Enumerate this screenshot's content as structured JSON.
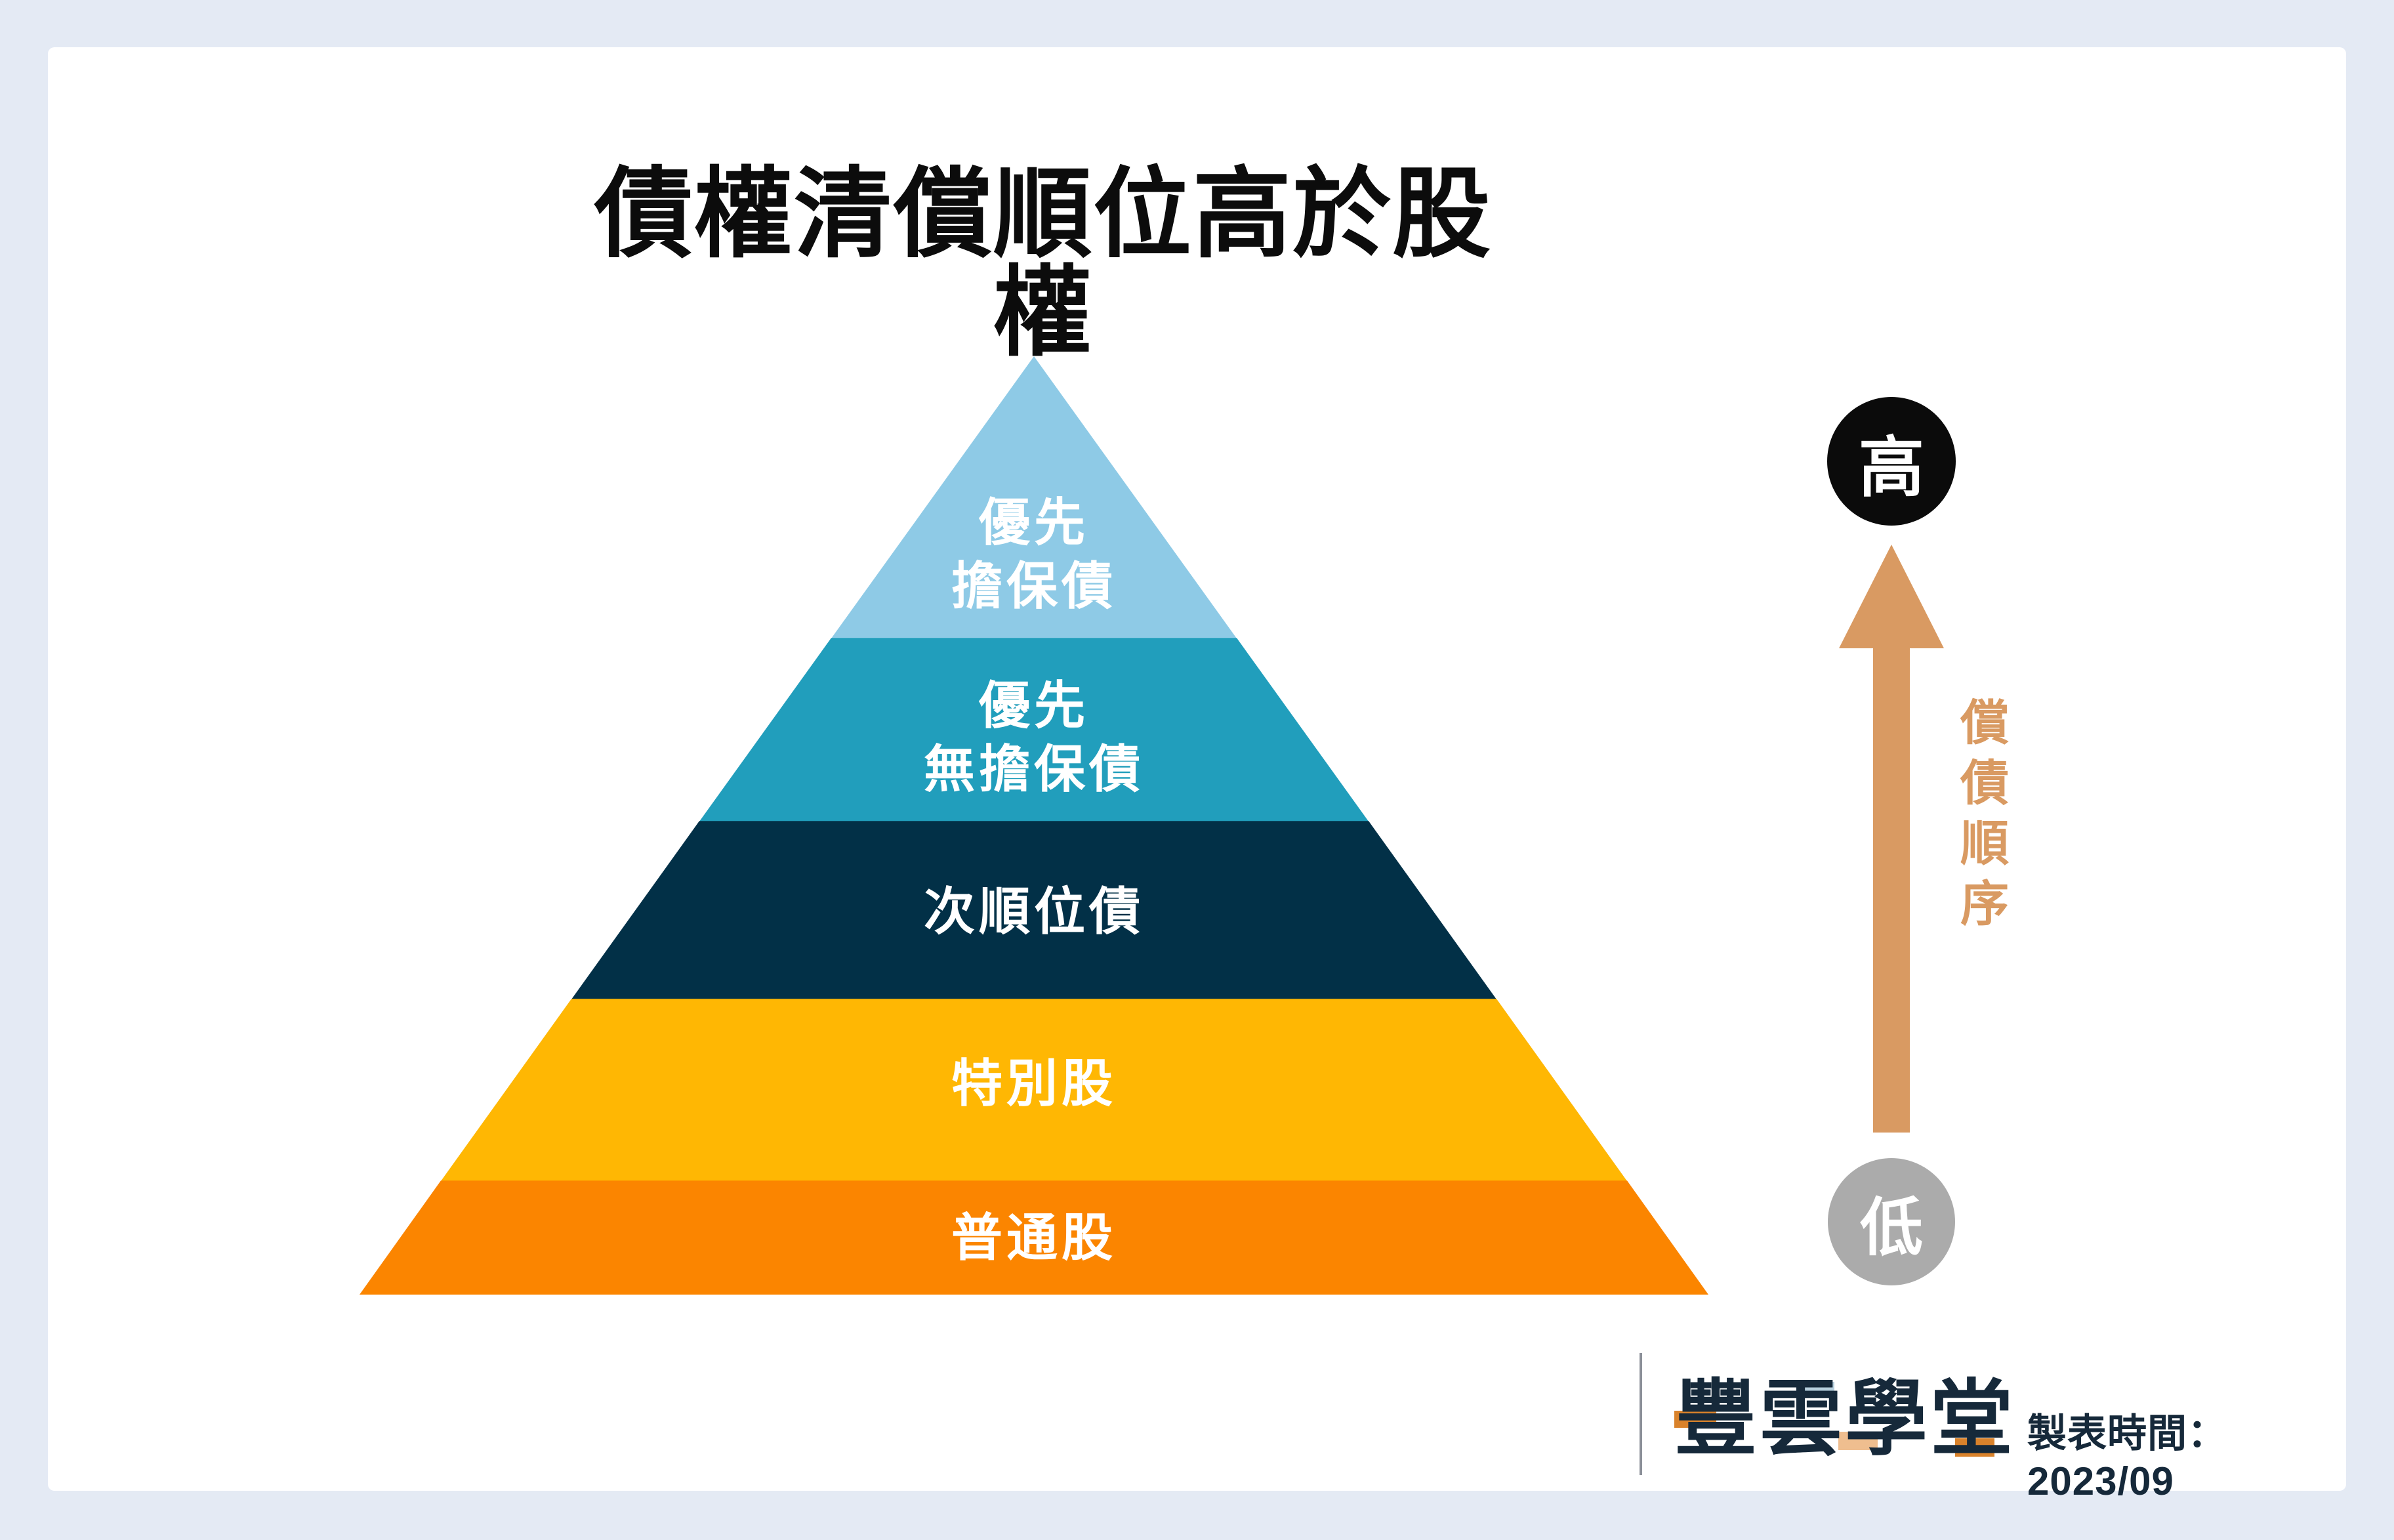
{
  "title": "債權清償順位高於股權",
  "background_color": "#E4EAF4",
  "card_color": "#FFFFFF",
  "pyramid": {
    "label_text_color": "#FFFFFF",
    "levels": [
      {
        "label_lines": [
          "優先",
          "擔保債"
        ],
        "color": "#8ECAE6"
      },
      {
        "label_lines": [
          "優先",
          "無擔保債"
        ],
        "color": "#219EBC"
      },
      {
        "label_lines": [
          "次順位債"
        ],
        "color": "#023047"
      },
      {
        "label_lines": [
          "特別股"
        ],
        "color": "#FFB703"
      },
      {
        "label_lines": [
          "普通股"
        ],
        "color": "#FB8500"
      }
    ]
  },
  "axis": {
    "high_label": "高",
    "low_label": "低",
    "arrow_label": "償債順序",
    "arrow_color": "#D99A62",
    "label_color": "#D99A62",
    "high_circle_color": "#0B0B0B",
    "low_circle_color": "#ABABAB"
  },
  "footer": {
    "brand": "豐雲學堂",
    "brand_color": "#16293A",
    "timestamp": "製表時間：2023/09",
    "accent_colors": {
      "orange": "#D9822B",
      "tan": "#EFBE8F",
      "blue": "#B5CEDC"
    }
  }
}
